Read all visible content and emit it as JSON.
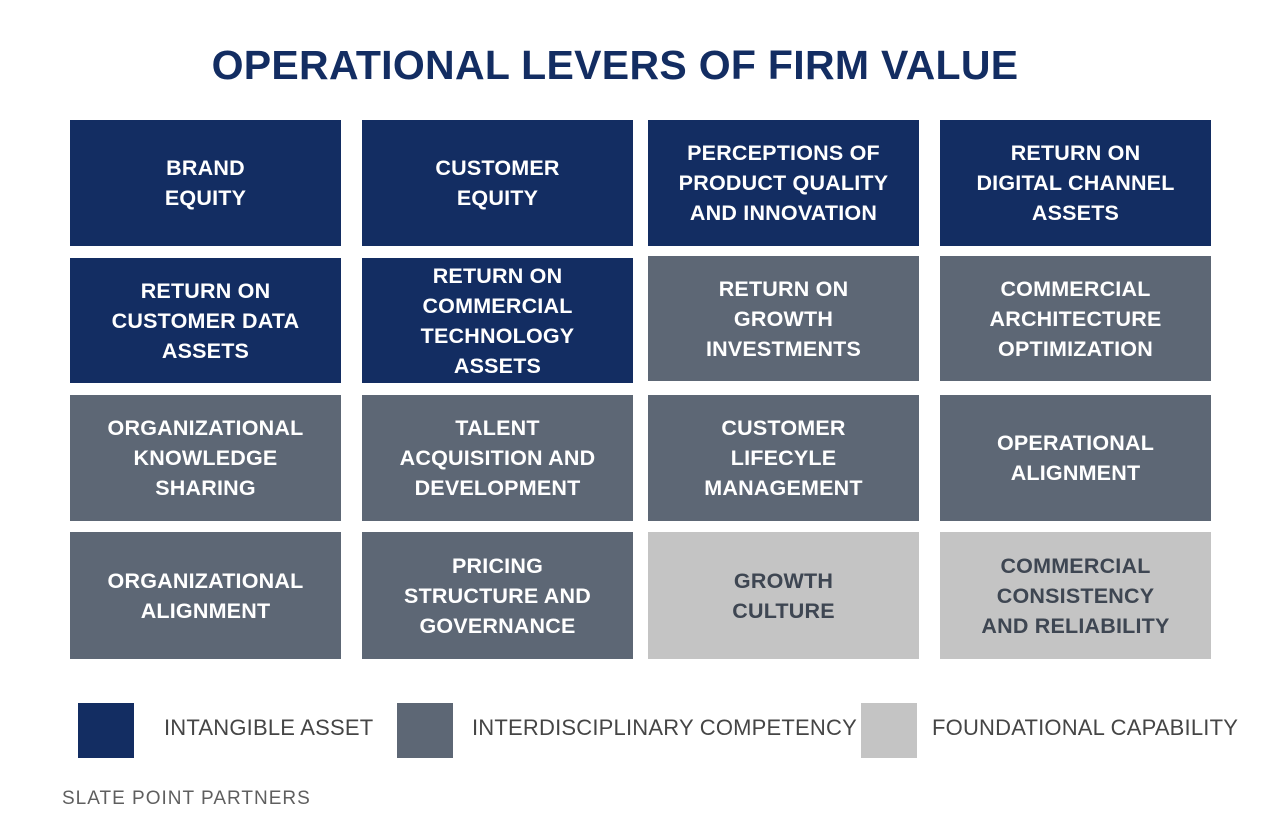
{
  "title": "OPERATIONAL LEVERS OF FIRM VALUE",
  "colors": {
    "intangible": "#132d62",
    "interdisciplinary": "#5d6775",
    "foundational": "#c4c4c4"
  },
  "tiles": [
    {
      "label": "BRAND\nEQUITY",
      "category": "intangible"
    },
    {
      "label": "CUSTOMER\nEQUITY",
      "category": "intangible"
    },
    {
      "label": "PERCEPTIONS OF\nPRODUCT QUALITY\nAND INNOVATION",
      "category": "intangible"
    },
    {
      "label": "RETURN ON\nDIGITAL CHANNEL\nASSETS",
      "category": "intangible"
    },
    {
      "label": "RETURN ON\nCUSTOMER DATA\nASSETS",
      "category": "intangible"
    },
    {
      "label": "RETURN ON\nCOMMERCIAL\nTECHNOLOGY\nASSETS",
      "category": "intangible"
    },
    {
      "label": "RETURN ON\nGROWTH\nINVESTMENTS",
      "category": "interdisciplinary"
    },
    {
      "label": "COMMERCIAL\nARCHITECTURE\nOPTIMIZATION",
      "category": "interdisciplinary"
    },
    {
      "label": "ORGANIZATIONAL\nKNOWLEDGE\nSHARING",
      "category": "interdisciplinary"
    },
    {
      "label": "TALENT\nACQUISITION AND\nDEVELOPMENT",
      "category": "interdisciplinary"
    },
    {
      "label": "CUSTOMER\nLIFECYLE\nMANAGEMENT",
      "category": "interdisciplinary"
    },
    {
      "label": "OPERATIONAL\nALIGNMENT",
      "category": "interdisciplinary"
    },
    {
      "label": "ORGANIZATIONAL\nALIGNMENT",
      "category": "interdisciplinary"
    },
    {
      "label": "PRICING\nSTRUCTURE AND\nGOVERNANCE",
      "category": "interdisciplinary"
    },
    {
      "label": "GROWTH\nCULTURE",
      "category": "foundational"
    },
    {
      "label": "COMMERCIAL\nCONSISTENCY\nAND RELIABILITY",
      "category": "foundational"
    }
  ],
  "legend": [
    {
      "label": "INTANGIBLE ASSET",
      "category": "intangible"
    },
    {
      "label": "INTERDISCIPLINARY COMPETENCY",
      "category": "interdisciplinary"
    },
    {
      "label": "FOUNDATIONAL CAPABILITY",
      "category": "foundational"
    }
  ],
  "footer": "SLATE POINT PARTNERS"
}
